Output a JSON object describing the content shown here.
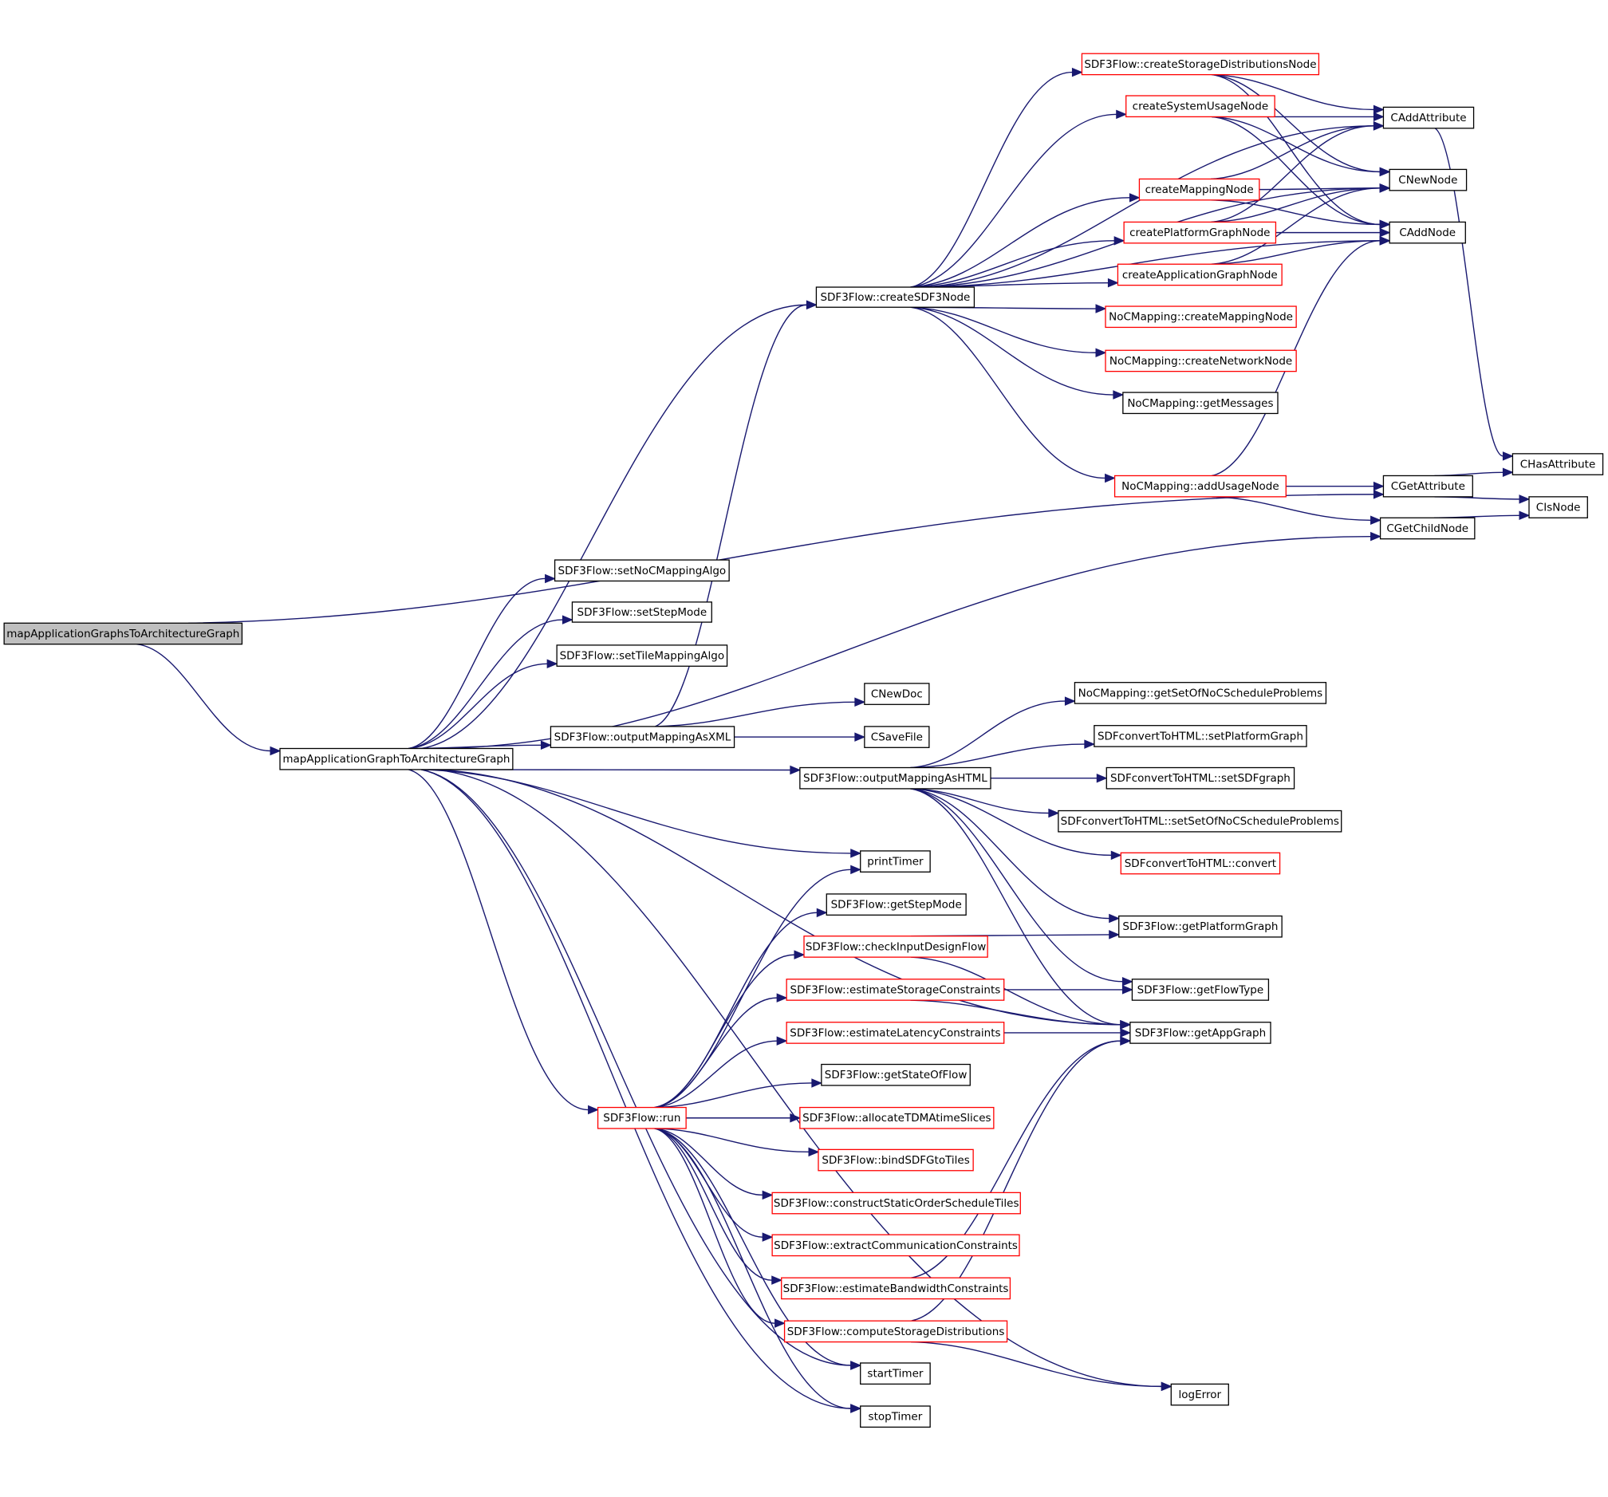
{
  "graph": {
    "type": "call-graph",
    "colors": {
      "edge": "#191970",
      "normal_border": "#000000",
      "truncated_border": "#ff0000",
      "root_fill": "#bfbfbf",
      "node_fill": "#ffffff"
    },
    "nodes": [
      {
        "id": "root",
        "label": "mapApplicationGraphsToArchitectureGraph",
        "style": "root"
      },
      {
        "id": "mapAG",
        "label": "mapApplicationGraphToArchitectureGraph",
        "style": "normal"
      },
      {
        "id": "createSDF3",
        "label": "SDF3Flow::createSDF3Node",
        "style": "normal"
      },
      {
        "id": "createStorage",
        "label": "SDF3Flow::createStorageDistributionsNode",
        "style": "truncated"
      },
      {
        "id": "createSysUsage",
        "label": "createSystemUsageNode",
        "style": "truncated"
      },
      {
        "id": "createMapping",
        "label": "createMappingNode",
        "style": "truncated"
      },
      {
        "id": "createPlatform",
        "label": "createPlatformGraphNode",
        "style": "truncated"
      },
      {
        "id": "createApp",
        "label": "createApplicationGraphNode",
        "style": "truncated"
      },
      {
        "id": "nocCreateMapping",
        "label": "NoCMapping::createMappingNode",
        "style": "truncated"
      },
      {
        "id": "nocCreateNetwork",
        "label": "NoCMapping::createNetworkNode",
        "style": "truncated"
      },
      {
        "id": "nocGetMessages",
        "label": "NoCMapping::getMessages",
        "style": "normal"
      },
      {
        "id": "nocAddUsage",
        "label": "NoCMapping::addUsageNode",
        "style": "truncated"
      },
      {
        "id": "CAddAttribute",
        "label": "CAddAttribute",
        "style": "normal"
      },
      {
        "id": "CNewNode",
        "label": "CNewNode",
        "style": "normal"
      },
      {
        "id": "CAddNode",
        "label": "CAddNode",
        "style": "normal"
      },
      {
        "id": "CHasAttribute",
        "label": "CHasAttribute",
        "style": "normal"
      },
      {
        "id": "CGetAttribute",
        "label": "CGetAttribute",
        "style": "normal"
      },
      {
        "id": "CIsNode",
        "label": "CIsNode",
        "style": "normal"
      },
      {
        "id": "CGetChildNode",
        "label": "CGetChildNode",
        "style": "normal"
      },
      {
        "id": "setNoCAlgo",
        "label": "SDF3Flow::setNoCMappingAlgo",
        "style": "normal"
      },
      {
        "id": "setStepMode",
        "label": "SDF3Flow::setStepMode",
        "style": "normal"
      },
      {
        "id": "setTileAlgo",
        "label": "SDF3Flow::setTileMappingAlgo",
        "style": "normal"
      },
      {
        "id": "outXML",
        "label": "SDF3Flow::outputMappingAsXML",
        "style": "normal"
      },
      {
        "id": "CNewDoc",
        "label": "CNewDoc",
        "style": "normal"
      },
      {
        "id": "CSaveFile",
        "label": "CSaveFile",
        "style": "normal"
      },
      {
        "id": "outHTML",
        "label": "SDF3Flow::outputMappingAsHTML",
        "style": "normal"
      },
      {
        "id": "nocGetSetOf",
        "label": "NoCMapping::getSetOfNoCScheduleProblems",
        "style": "normal"
      },
      {
        "id": "htmlSetPlatform",
        "label": "SDFconvertToHTML::setPlatformGraph",
        "style": "normal"
      },
      {
        "id": "htmlSetSDF",
        "label": "SDFconvertToHTML::setSDFgraph",
        "style": "normal"
      },
      {
        "id": "htmlSetSetOf",
        "label": "SDFconvertToHTML::setSetOfNoCScheduleProblems",
        "style": "normal"
      },
      {
        "id": "htmlConvert",
        "label": "SDFconvertToHTML::convert",
        "style": "truncated"
      },
      {
        "id": "printTimer",
        "label": "printTimer",
        "style": "normal"
      },
      {
        "id": "getStepMode",
        "label": "SDF3Flow::getStepMode",
        "style": "normal"
      },
      {
        "id": "getPlatformGraph",
        "label": "SDF3Flow::getPlatformGraph",
        "style": "normal"
      },
      {
        "id": "checkInput",
        "label": "SDF3Flow::checkInputDesignFlow",
        "style": "truncated"
      },
      {
        "id": "estStorage",
        "label": "SDF3Flow::estimateStorageConstraints",
        "style": "truncated"
      },
      {
        "id": "getFlowType",
        "label": "SDF3Flow::getFlowType",
        "style": "normal"
      },
      {
        "id": "estLatency",
        "label": "SDF3Flow::estimateLatencyConstraints",
        "style": "truncated"
      },
      {
        "id": "getAppGraph",
        "label": "SDF3Flow::getAppGraph",
        "style": "normal"
      },
      {
        "id": "getStateOfFlow",
        "label": "SDF3Flow::getStateOfFlow",
        "style": "normal"
      },
      {
        "id": "run",
        "label": "SDF3Flow::run",
        "style": "truncated"
      },
      {
        "id": "allocTDMA",
        "label": "SDF3Flow::allocateTDMAtimeSlices",
        "style": "truncated"
      },
      {
        "id": "bindSDFG",
        "label": "SDF3Flow::bindSDFGtoTiles",
        "style": "truncated"
      },
      {
        "id": "constructSO",
        "label": "SDF3Flow::constructStaticOrderScheduleTiles",
        "style": "truncated"
      },
      {
        "id": "extractComm",
        "label": "SDF3Flow::extractCommunicationConstraints",
        "style": "truncated"
      },
      {
        "id": "estBandwidth",
        "label": "SDF3Flow::estimateBandwidthConstraints",
        "style": "truncated"
      },
      {
        "id": "computeStorage",
        "label": "SDF3Flow::computeStorageDistributions",
        "style": "truncated"
      },
      {
        "id": "startTimer",
        "label": "startTimer",
        "style": "normal"
      },
      {
        "id": "logError",
        "label": "logError",
        "style": "normal"
      },
      {
        "id": "stopTimer",
        "label": "stopTimer",
        "style": "normal"
      }
    ],
    "edges": [
      [
        "root",
        "mapAG"
      ],
      [
        "root",
        "CGetAttribute"
      ],
      [
        "mapAG",
        "createSDF3"
      ],
      [
        "mapAG",
        "setNoCAlgo"
      ],
      [
        "mapAG",
        "setStepMode"
      ],
      [
        "mapAG",
        "setTileAlgo"
      ],
      [
        "mapAG",
        "outXML"
      ],
      [
        "mapAG",
        "CGetChildNode"
      ],
      [
        "mapAG",
        "outHTML"
      ],
      [
        "mapAG",
        "getAppGraph"
      ],
      [
        "mapAG",
        "printTimer"
      ],
      [
        "mapAG",
        "run"
      ],
      [
        "mapAG",
        "startTimer"
      ],
      [
        "mapAG",
        "stopTimer"
      ],
      [
        "mapAG",
        "logError"
      ],
      [
        "createSDF3",
        "createStorage"
      ],
      [
        "createSDF3",
        "CAddAttribute"
      ],
      [
        "createSDF3",
        "createSysUsage"
      ],
      [
        "createSDF3",
        "CNewNode"
      ],
      [
        "createSDF3",
        "createMapping"
      ],
      [
        "createSDF3",
        "createPlatform"
      ],
      [
        "createSDF3",
        "createApp"
      ],
      [
        "createSDF3",
        "nocCreateMapping"
      ],
      [
        "createSDF3",
        "nocCreateNetwork"
      ],
      [
        "createSDF3",
        "nocGetMessages"
      ],
      [
        "createSDF3",
        "CAddNode"
      ],
      [
        "createSDF3",
        "nocAddUsage"
      ],
      [
        "createStorage",
        "CAddAttribute"
      ],
      [
        "createStorage",
        "CNewNode"
      ],
      [
        "createStorage",
        "CAddNode"
      ],
      [
        "createSysUsage",
        "CAddAttribute"
      ],
      [
        "createSysUsage",
        "CNewNode"
      ],
      [
        "createSysUsage",
        "CAddNode"
      ],
      [
        "createMapping",
        "CAddAttribute"
      ],
      [
        "createMapping",
        "CNewNode"
      ],
      [
        "createMapping",
        "CAddNode"
      ],
      [
        "createPlatform",
        "CAddAttribute"
      ],
      [
        "createPlatform",
        "CNewNode"
      ],
      [
        "createPlatform",
        "CAddNode"
      ],
      [
        "createApp",
        "CNewNode"
      ],
      [
        "createApp",
        "CAddNode"
      ],
      [
        "nocAddUsage",
        "CAddNode"
      ],
      [
        "nocAddUsage",
        "CGetAttribute"
      ],
      [
        "nocAddUsage",
        "CGetChildNode"
      ],
      [
        "CAddAttribute",
        "CHasAttribute"
      ],
      [
        "CGetAttribute",
        "CHasAttribute"
      ],
      [
        "CGetAttribute",
        "CIsNode"
      ],
      [
        "CGetChildNode",
        "CIsNode"
      ],
      [
        "outXML",
        "createSDF3"
      ],
      [
        "outXML",
        "CNewDoc"
      ],
      [
        "outXML",
        "CSaveFile"
      ],
      [
        "outHTML",
        "nocGetSetOf"
      ],
      [
        "outHTML",
        "htmlSetPlatform"
      ],
      [
        "outHTML",
        "htmlSetSDF"
      ],
      [
        "outHTML",
        "htmlSetSetOf"
      ],
      [
        "outHTML",
        "htmlConvert"
      ],
      [
        "outHTML",
        "getPlatformGraph"
      ],
      [
        "outHTML",
        "getFlowType"
      ],
      [
        "outHTML",
        "getAppGraph"
      ],
      [
        "run",
        "printTimer"
      ],
      [
        "run",
        "getStepMode"
      ],
      [
        "run",
        "checkInput"
      ],
      [
        "run",
        "estStorage"
      ],
      [
        "run",
        "estLatency"
      ],
      [
        "run",
        "getStateOfFlow"
      ],
      [
        "run",
        "allocTDMA"
      ],
      [
        "run",
        "bindSDFG"
      ],
      [
        "run",
        "constructSO"
      ],
      [
        "run",
        "extractComm"
      ],
      [
        "run",
        "estBandwidth"
      ],
      [
        "run",
        "computeStorage"
      ],
      [
        "run",
        "startTimer"
      ],
      [
        "run",
        "stopTimer"
      ],
      [
        "checkInput",
        "getPlatformGraph"
      ],
      [
        "checkInput",
        "getAppGraph"
      ],
      [
        "estStorage",
        "getFlowType"
      ],
      [
        "estStorage",
        "getAppGraph"
      ],
      [
        "estLatency",
        "getAppGraph"
      ],
      [
        "estBandwidth",
        "getAppGraph"
      ],
      [
        "computeStorage",
        "getAppGraph"
      ],
      [
        "computeStorage",
        "logError"
      ]
    ]
  }
}
